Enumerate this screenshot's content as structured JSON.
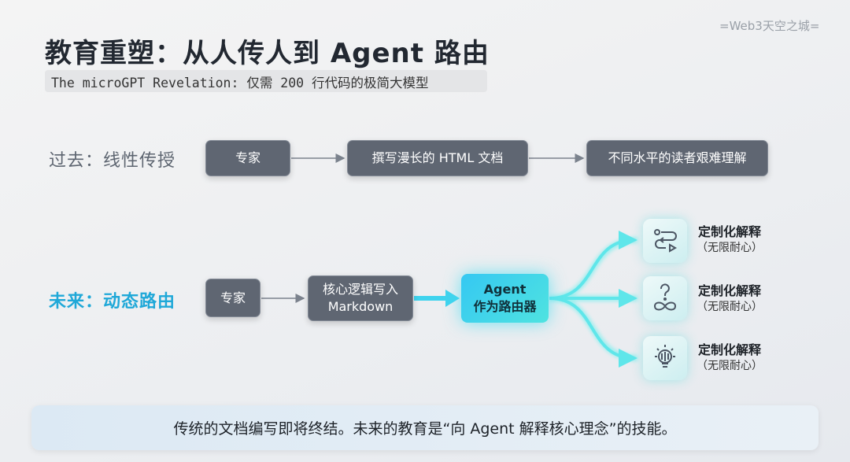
{
  "watermark": "=Web3天空之城=",
  "title": "教育重塑：从人传人到 Agent 路由",
  "subtitle": "The microGPT Revelation: 仅需 200 行代码的极简大模型",
  "past": {
    "label": "过去：线性传授",
    "nodes": [
      "专家",
      "撰写漫长的 HTML 文档",
      "不同水平的读者艰难理解"
    ]
  },
  "future": {
    "label": "未来：动态路由",
    "expert": "专家",
    "core_line1": "核心逻辑写入",
    "core_line2": "Markdown",
    "agent_line1": "Agent",
    "agent_line2": "作为路由器",
    "outputs": [
      {
        "icon": "route-icon",
        "title": "定制化解释",
        "sub": "（无限耐心）"
      },
      {
        "icon": "question-infinity-icon",
        "title": "定制化解释",
        "sub": "（无限耐心）"
      },
      {
        "icon": "lightbulb-icon",
        "title": "定制化解释",
        "sub": "（无限耐心）"
      }
    ]
  },
  "banner": "传统的文档编写即将终结。未来的教育是“向 Agent 解释核心理念”的技能。",
  "colors": {
    "future": "#1fa8d8",
    "node": "#5f6672",
    "cyan": "#4fe3e0"
  }
}
